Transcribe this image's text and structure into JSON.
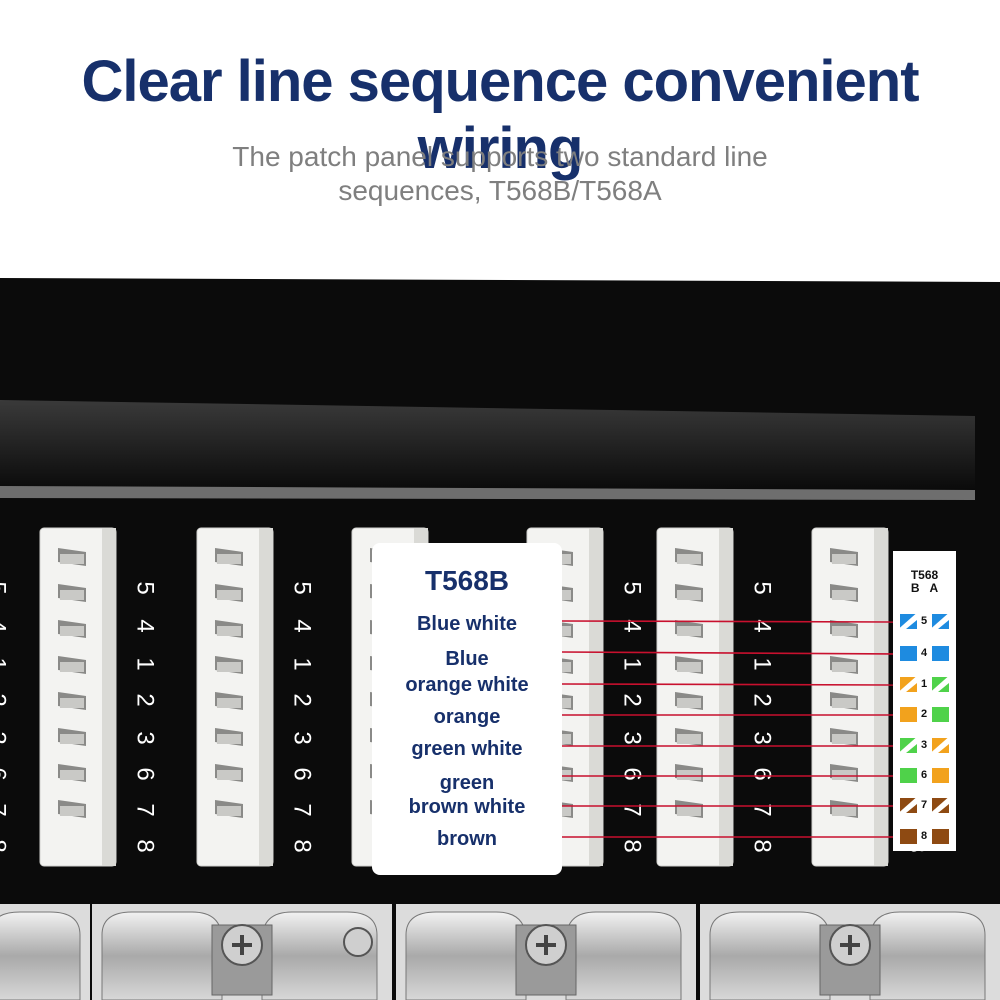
{
  "header": {
    "title": "Clear line sequence convenient wiring",
    "subtitle_line1": "The patch panel supports two standard line",
    "subtitle_line2": "sequences, T568B/T568A"
  },
  "panel": {
    "pin_sequence": [
      "5",
      "4",
      "1",
      "2",
      "3",
      "6",
      "7",
      "8"
    ]
  },
  "legend": {
    "title": "T568B",
    "items": [
      "Blue white",
      "Blue",
      "orange white",
      "orange",
      "green white",
      "green",
      "brown white",
      "brown"
    ]
  },
  "standard_box": {
    "title": "T568",
    "col_b": "B",
    "col_a": "A",
    "rows": [
      {
        "num": "5",
        "b": "blue-white",
        "a": "blue-white"
      },
      {
        "num": "4",
        "b": "blue",
        "a": "blue"
      },
      {
        "num": "1",
        "b": "orange-white",
        "a": "green-white"
      },
      {
        "num": "2",
        "b": "orange",
        "a": "green"
      },
      {
        "num": "3",
        "b": "green-white",
        "a": "orange-white"
      },
      {
        "num": "6",
        "b": "green",
        "a": "orange"
      },
      {
        "num": "7",
        "b": "brown-white",
        "a": "brown-white"
      },
      {
        "num": "8",
        "b": "brown",
        "a": "brown"
      }
    ]
  },
  "colors": {
    "title": "#17306b",
    "subtitle": "#7f7f7f",
    "panel": "#0b0b0b",
    "guide_line": "#c8102e",
    "blue": "#1e8be0",
    "orange": "#f2a21d",
    "green": "#4fd24a",
    "brown": "#8e4a12"
  }
}
